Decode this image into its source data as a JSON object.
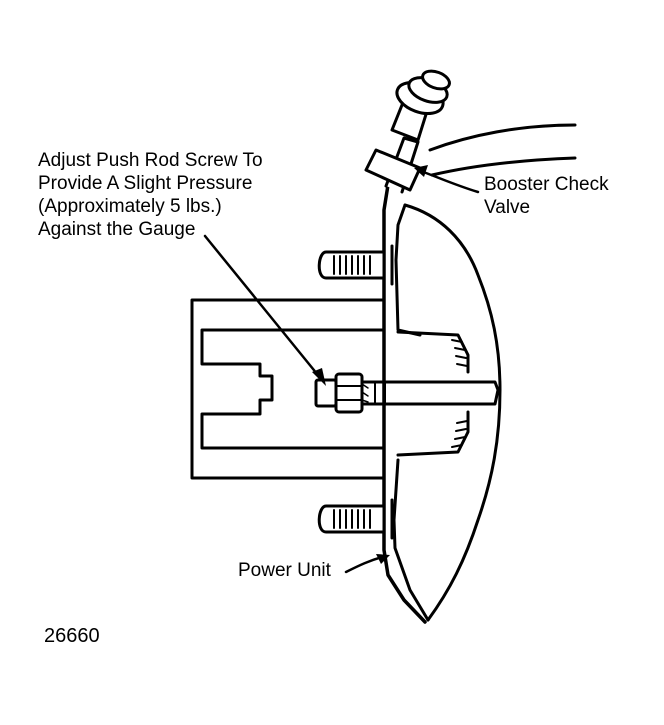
{
  "labels": {
    "push_rod_note": [
      "Adjust Push Rod Screw To",
      "Provide A Slight Pressure",
      "(Approximately 5 lbs.)",
      "Against the Gauge"
    ],
    "check_valve": [
      "Booster Check",
      "Valve"
    ],
    "power_unit": "Power Unit"
  },
  "figure_number": "26660",
  "colors": {
    "ink": "#000000",
    "background": "#ffffff"
  }
}
